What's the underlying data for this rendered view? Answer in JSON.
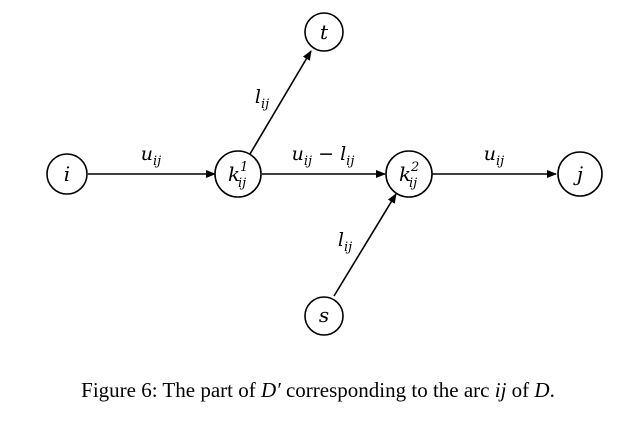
{
  "nodes": {
    "i": {
      "base": "i"
    },
    "k1": {
      "base": "k",
      "sup": "1",
      "sub": "ij"
    },
    "t": {
      "base": "t"
    },
    "k2": {
      "base": "k",
      "sup": "2",
      "sub": "ij"
    },
    "j": {
      "base": "j"
    },
    "s": {
      "base": "s"
    }
  },
  "edges": {
    "i_k1": {
      "base": "u",
      "sub": "ij"
    },
    "k1_t": {
      "base": "l",
      "sub": "ij"
    },
    "k1_k2": {
      "base": "u",
      "sub": "ij",
      "minus": " − ",
      "base2": "l",
      "sub2": "ij"
    },
    "k2_j": {
      "base": "u",
      "sub": "ij"
    },
    "s_k2": {
      "base": "l",
      "sub": "ij"
    }
  },
  "caption": {
    "prefix": "Figure 6: The part of ",
    "dprime": "D′",
    "middle": " corresponding to the arc ",
    "arc": "ij",
    "of": " of ",
    "d": "D",
    "end": "."
  }
}
